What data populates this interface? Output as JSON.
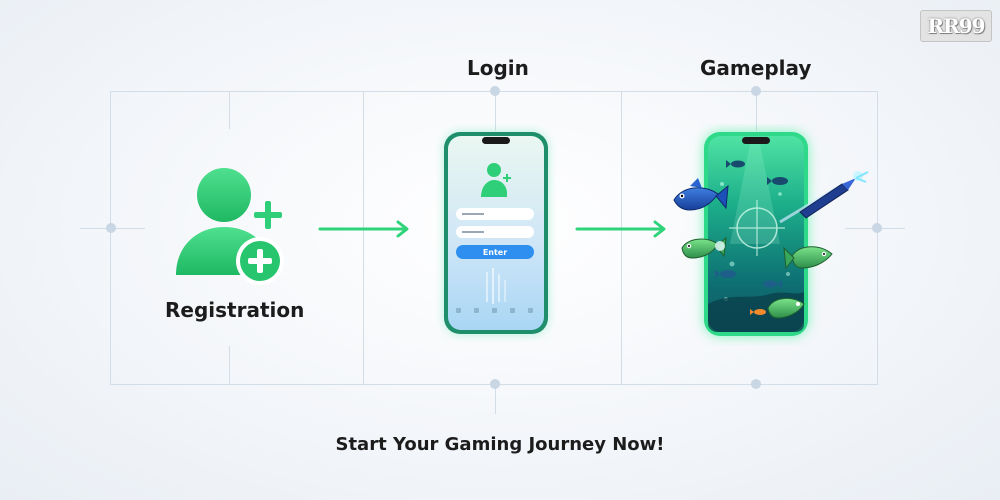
{
  "steps": [
    {
      "label": "Registration"
    },
    {
      "label": "Login"
    },
    {
      "label": "Gameplay"
    }
  ],
  "login_phone": {
    "enter_button": "Enter"
  },
  "footer": {
    "text": "Start Your Gaming Journey Now!"
  },
  "brand": {
    "logo_text": "RR99"
  },
  "colors": {
    "accent_green": "#2ed37a",
    "button_blue": "#2e8ff0",
    "grid": "#d3dde8",
    "text": "#1c1c1c"
  },
  "icons": [
    "user-add-icon",
    "plus-icon",
    "arrow-right-icon",
    "smartphone-icon",
    "crosshair-icon",
    "fish-icon",
    "missile-icon"
  ]
}
